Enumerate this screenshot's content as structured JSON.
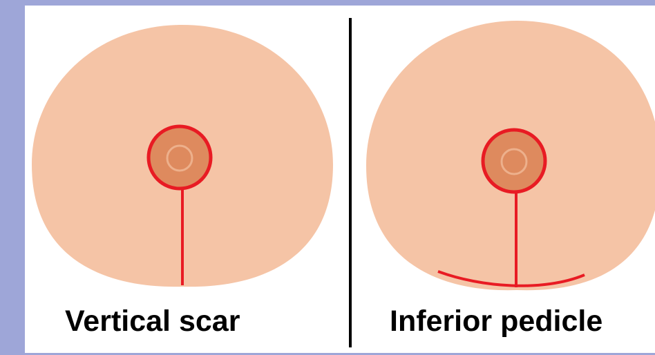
{
  "colors": {
    "page_background": "#9ea6d8",
    "panel_background": "#ffffff",
    "skin": "#f5c4a6",
    "areola": "#de8a5e",
    "nipple_outline": "#edb08c",
    "incision": "#e81b23",
    "divider": "#000000"
  },
  "panels": [
    {
      "caption": "Vertical scar",
      "incisions": [
        "periareolar",
        "vertical"
      ]
    },
    {
      "caption": "Inferior pedicle",
      "incisions": [
        "periareolar",
        "vertical",
        "inframammary"
      ]
    }
  ]
}
